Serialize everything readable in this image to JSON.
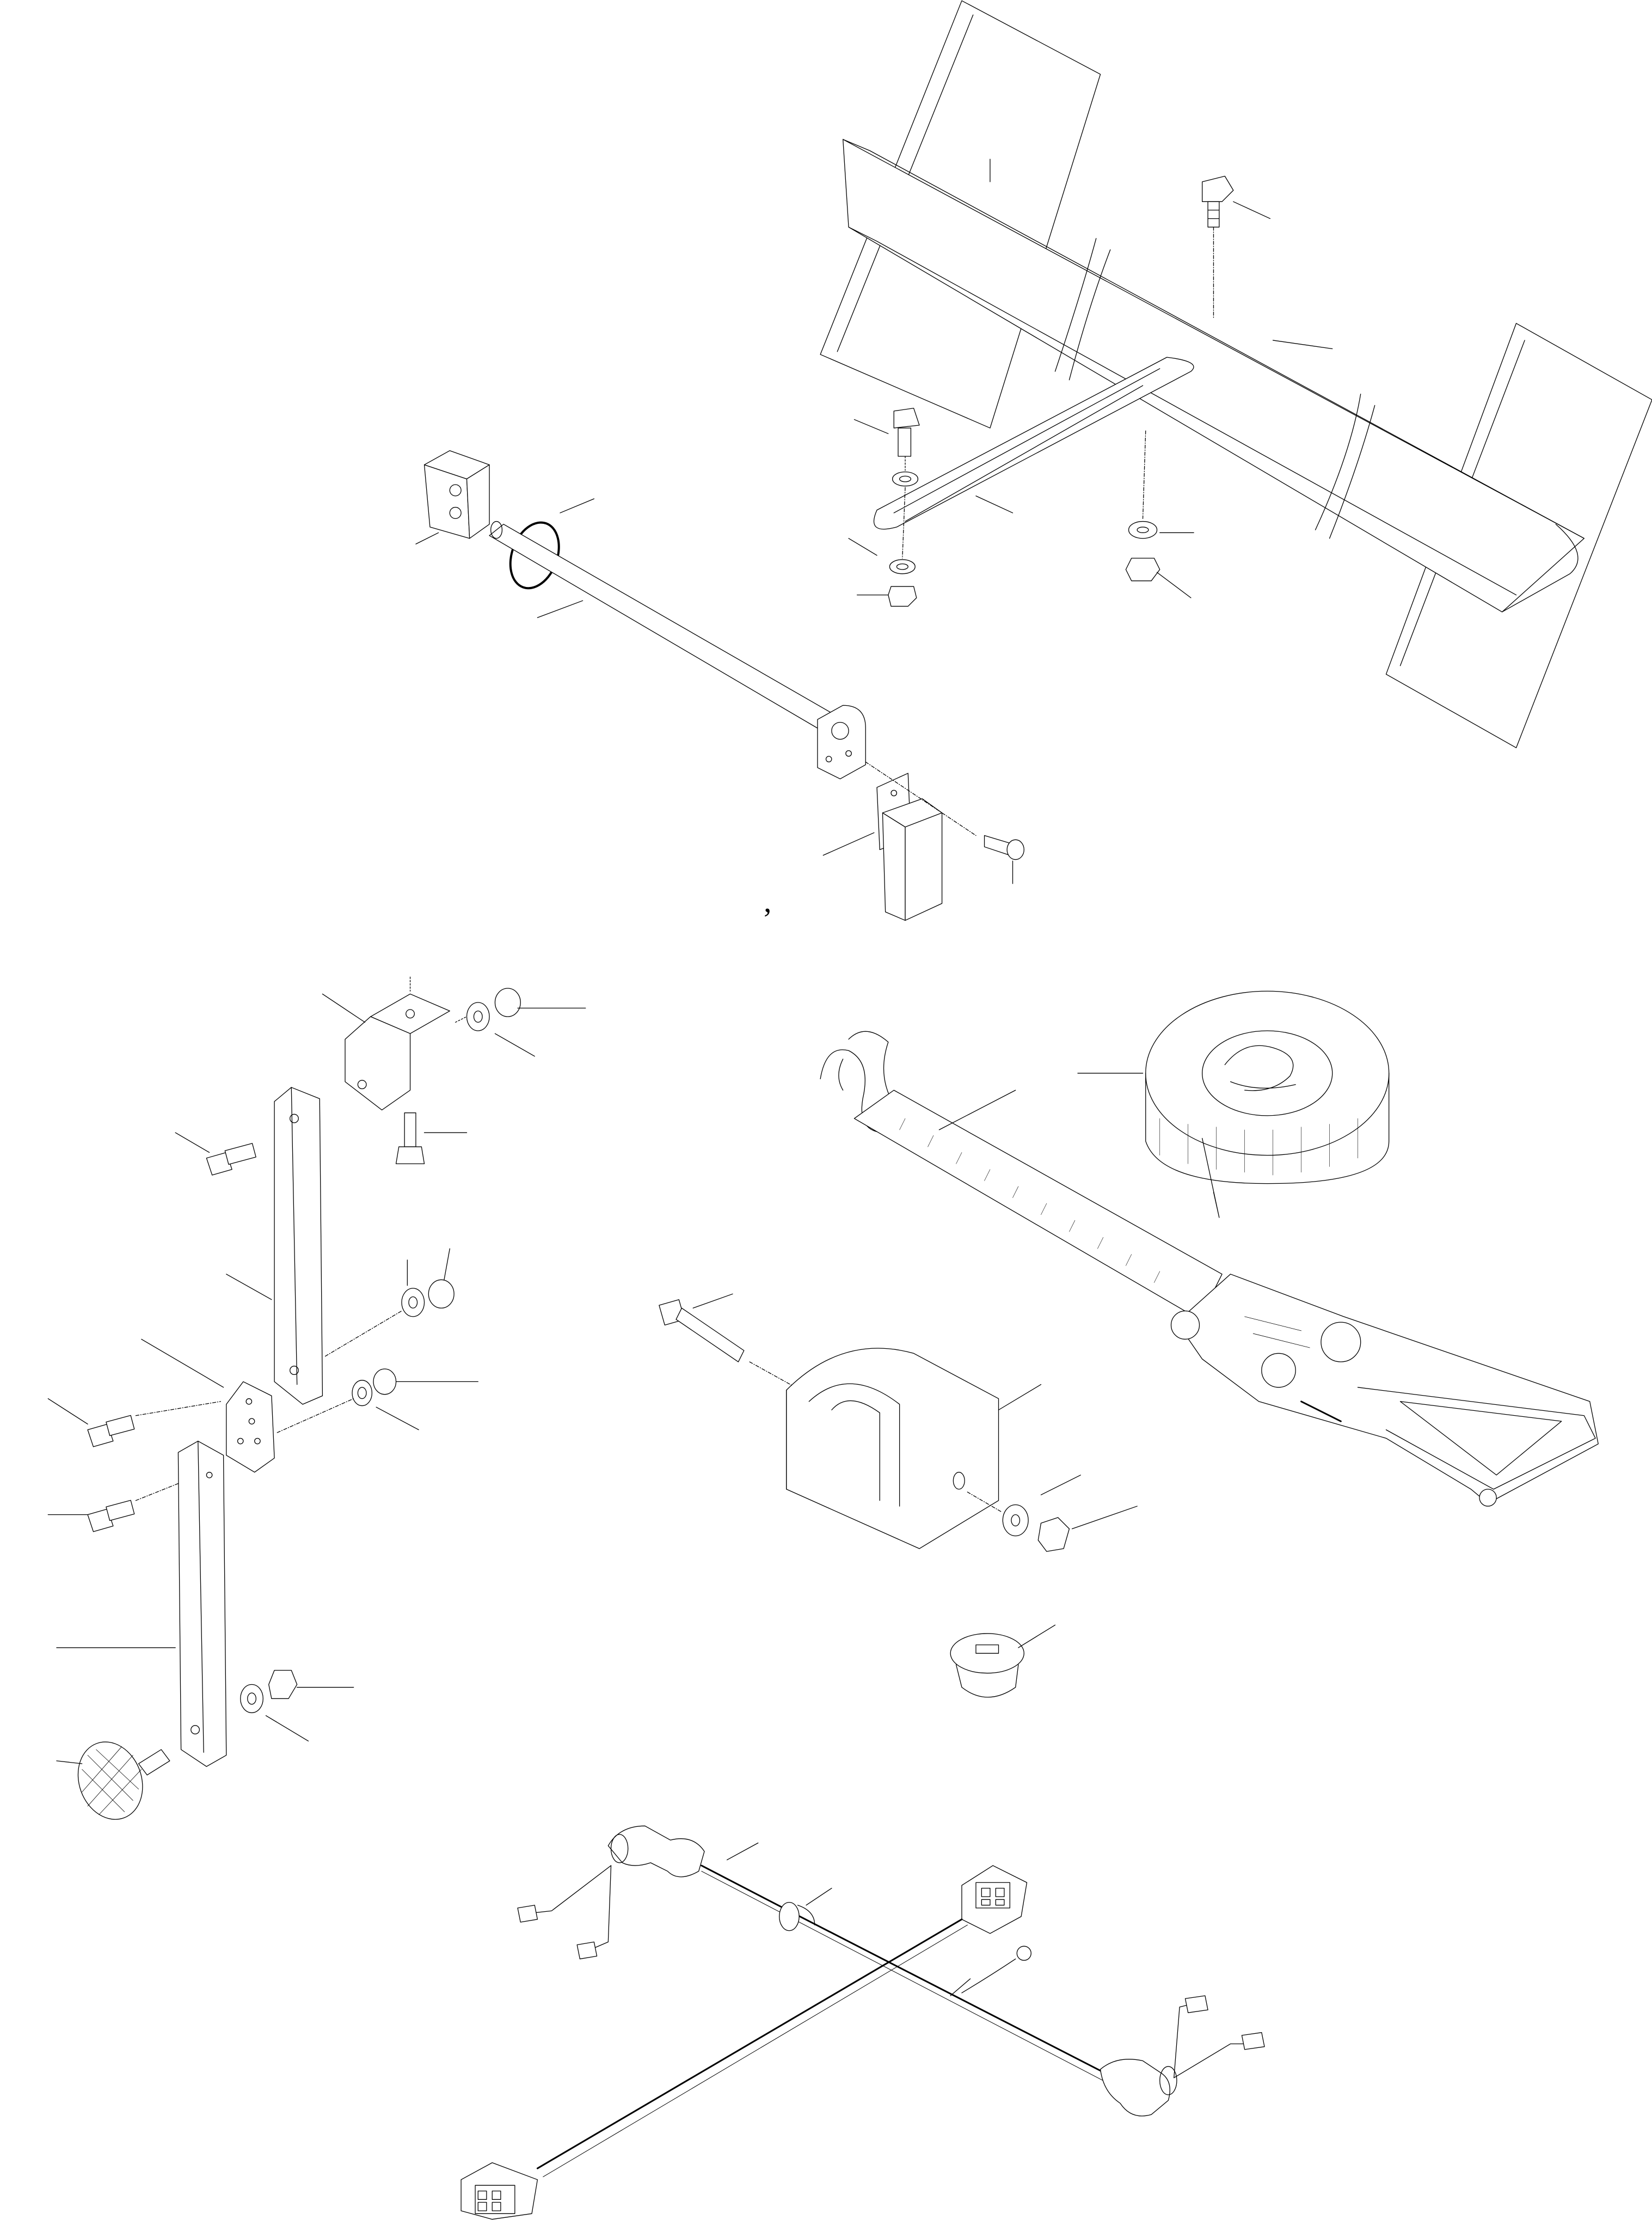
{
  "figure": {
    "stray_mark": ",",
    "stroke_color": "#000000",
    "background": "#ffffff"
  },
  "assemblies": [
    {
      "id": "frame",
      "label": ""
    },
    {
      "id": "rod",
      "label": ""
    },
    {
      "id": "bracket-strap",
      "label": ""
    },
    {
      "id": "ratchet-strap",
      "label": ""
    },
    {
      "id": "harness",
      "label": ""
    }
  ]
}
